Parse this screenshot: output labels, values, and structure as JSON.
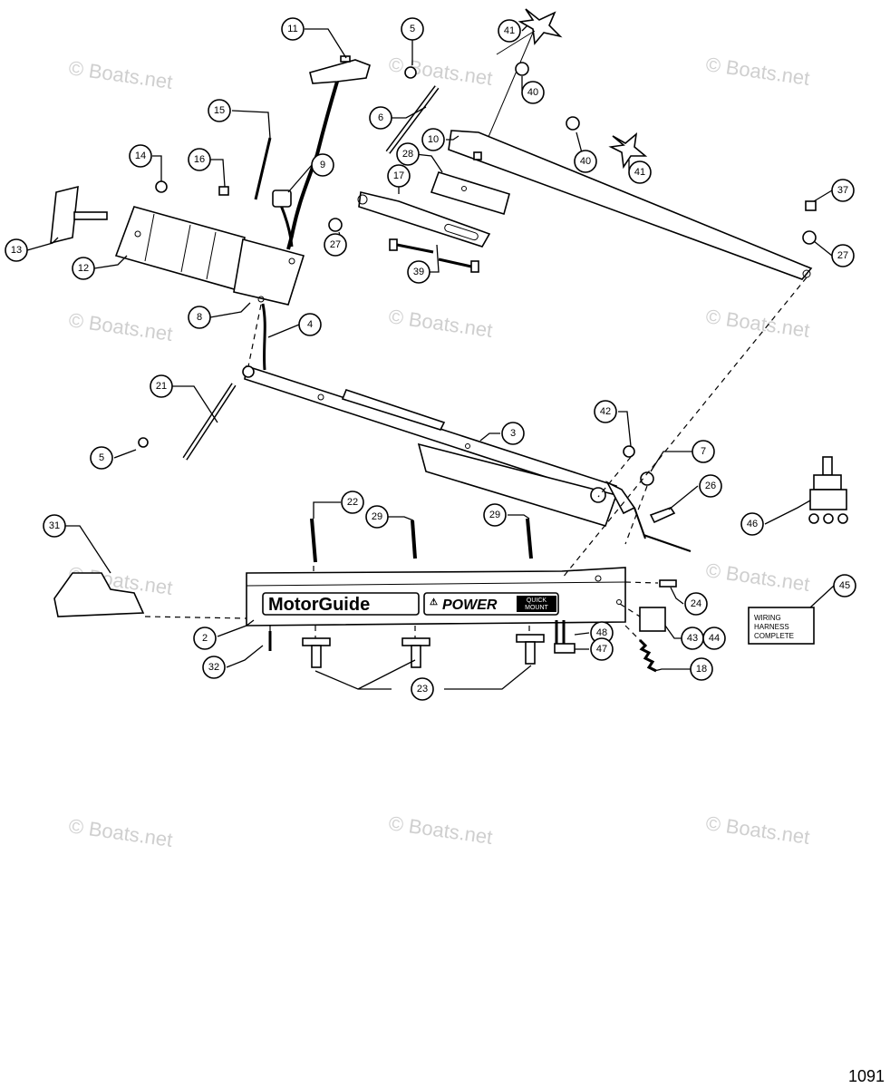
{
  "watermark": "© Boats.net",
  "page_number": "1091",
  "brand_text": "MotorGuide",
  "power_text": "POWER",
  "mount_text_1": "QUICK",
  "mount_text_2": "MOUNT",
  "harness_label": [
    "WIRING",
    "HARNESS",
    "COMPLETE"
  ],
  "callouts": [
    "11",
    "5",
    "41",
    "40",
    "15",
    "6",
    "10",
    "40",
    "41",
    "14",
    "16",
    "9",
    "28",
    "17",
    "37",
    "13",
    "12",
    "27",
    "39",
    "27",
    "8",
    "4",
    "21",
    "3",
    "42",
    "7",
    "5",
    "26",
    "46",
    "31",
    "22",
    "29",
    "29",
    "45",
    "24",
    "2",
    "48",
    "43",
    "44",
    "47",
    "32",
    "23",
    "18"
  ]
}
